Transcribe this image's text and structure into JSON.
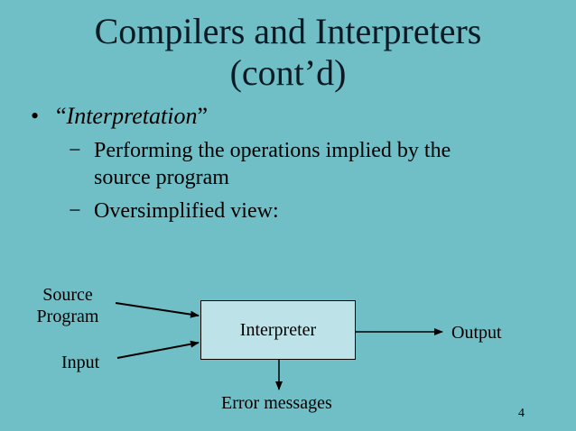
{
  "slide": {
    "title_line1": "Compilers and Interpreters",
    "title_line2": "(cont’d)",
    "bullet_mark": "•",
    "bullet_open_quote": "“",
    "bullet_emphasis": "Interpretation",
    "bullet_close_quote": "”",
    "sub_dash": "−",
    "sub1_line1": "Performing the operations implied by the",
    "sub1_line2": "source program",
    "sub2": "Oversimplified view:",
    "page_number": "4"
  },
  "diagram": {
    "source_line1": "Source",
    "source_line2": "Program",
    "input": "Input",
    "interpreter": "Interpreter",
    "output": "Output",
    "error_messages": "Error messages"
  },
  "colors": {
    "background": "#71bfc6",
    "box_fill": "#bde3e8",
    "title": "#0a1a25"
  }
}
